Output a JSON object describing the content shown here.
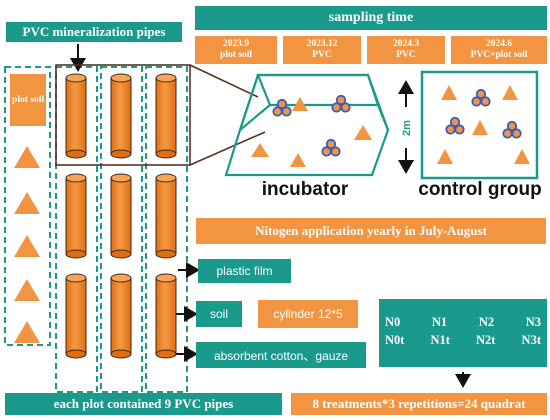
{
  "title_pvc_pipes": "PVC mineralization pipes",
  "sampling": {
    "title": "sampling time",
    "columns": [
      {
        "date": "2023.9",
        "label": "plot soil"
      },
      {
        "date": "2023.12",
        "label": "PVC"
      },
      {
        "date": "2024.3",
        "label": "PVC"
      },
      {
        "date": "2024.6",
        "label": "PVC+plot soil"
      }
    ]
  },
  "plot_soil_label": "plot soil",
  "incubator_label": "incubator",
  "control_label": "control group",
  "distance_label": "2m",
  "nitrogen_banner": "Nitogen application yearly in July-August",
  "legend": {
    "plastic_film": "plastic film",
    "soil": "soil",
    "cylinder": "cylinder 12*5",
    "cotton": "absorbent cotton、gauze"
  },
  "treatments": {
    "row1": [
      "N0",
      "N1",
      "N2",
      "N3"
    ],
    "row2": [
      "N0t",
      "N1t",
      "N2t",
      "N3t"
    ]
  },
  "footer_left": "each plot contained 9 PVC pipes",
  "footer_right": "8 treatments*3 repetitions=24 quadrat",
  "colors": {
    "teal": "#199a8d",
    "orange": "#f29542",
    "pipe_orange": "#f07f1e",
    "soil_blue": "#3b5db8"
  }
}
